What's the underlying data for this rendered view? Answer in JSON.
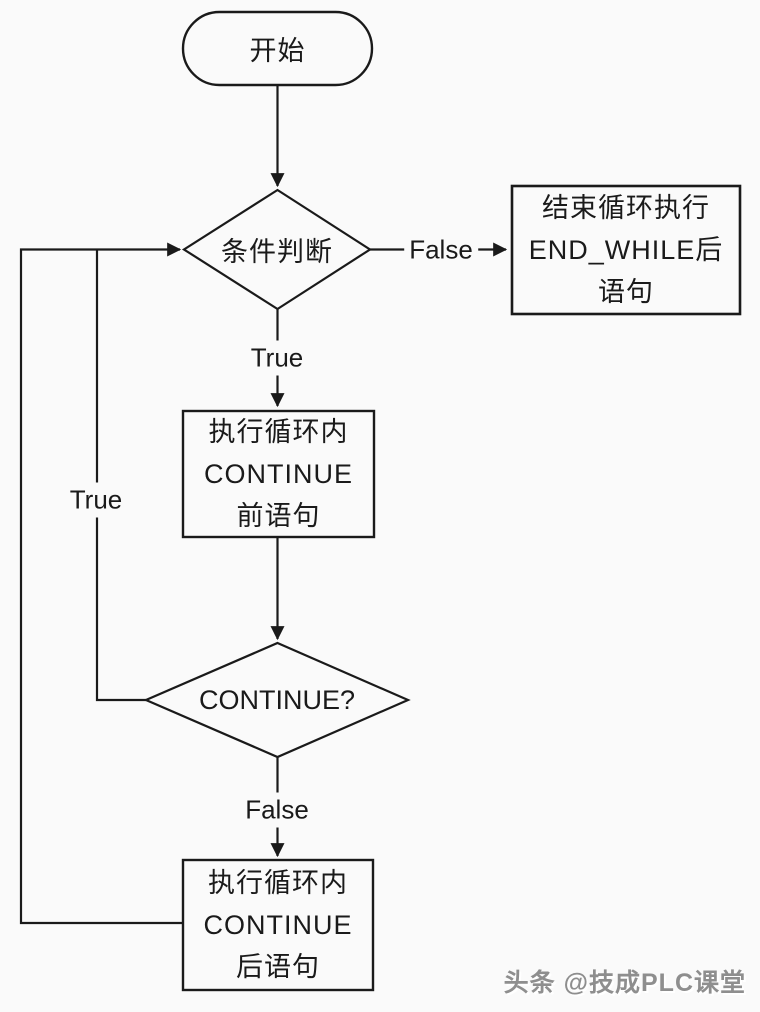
{
  "page": {
    "background": "#fafafa",
    "stroke_color": "#1a1a1a"
  },
  "nodes": {
    "start": {
      "label": "开始"
    },
    "condition": {
      "label": "条件判断"
    },
    "end_while_box": {
      "lines": [
        "结束循环执行",
        "END_WHILE后",
        "语句"
      ]
    },
    "pre_continue_box": {
      "lines": [
        "执行循环内",
        "CONTINUE",
        "前语句"
      ]
    },
    "continue_decision": {
      "label": "CONTINUE?"
    },
    "post_continue_box": {
      "lines": [
        "执行循环内",
        "CONTINUE",
        "后语句"
      ]
    }
  },
  "edges": {
    "condition_false_label": "False",
    "condition_true_label": "True",
    "continue_false_label": "False",
    "continue_true_label": "True"
  },
  "watermark": {
    "text": "头条 @技成PLC课堂"
  }
}
